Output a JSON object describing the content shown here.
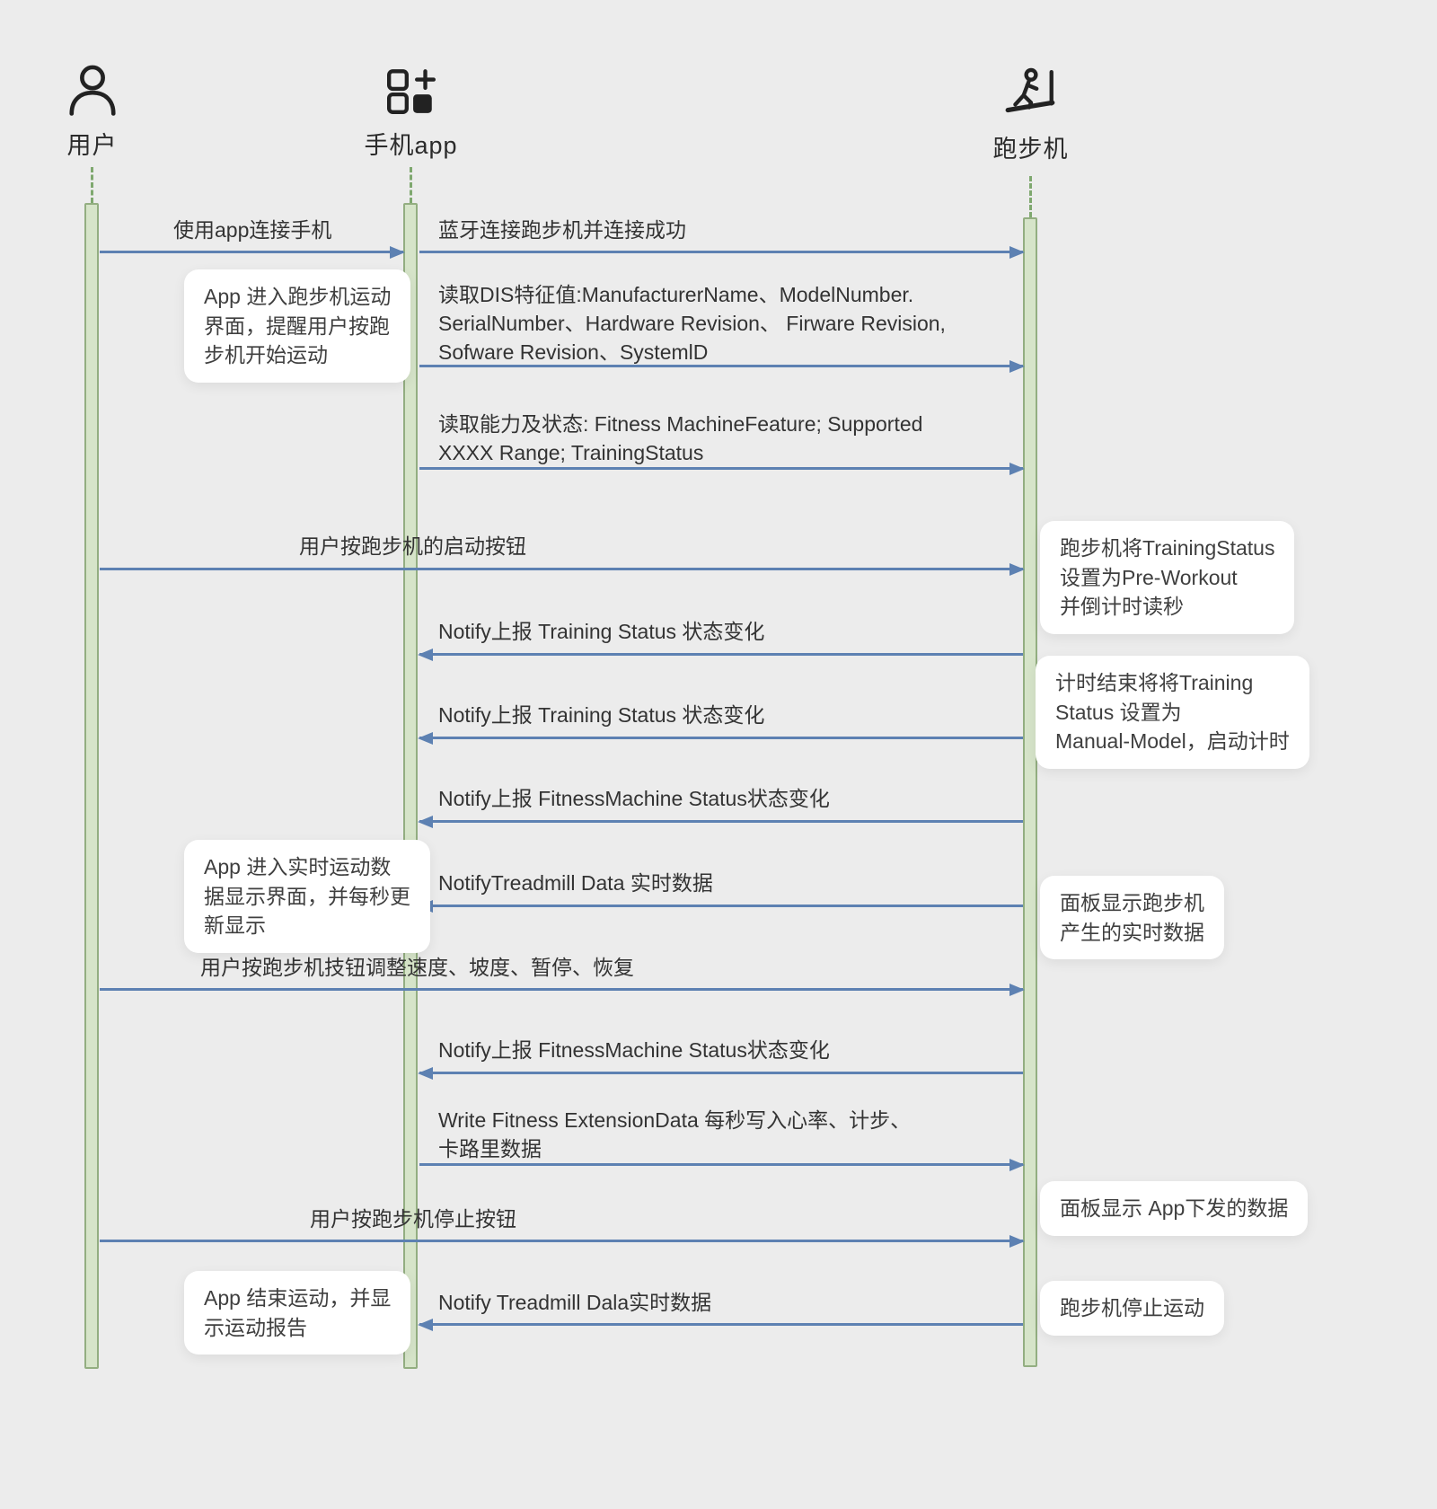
{
  "colors": {
    "background": "#ececec",
    "arrow": "#5d81b2",
    "bar_fill": "#d6e4c9",
    "bar_border": "#93ae81",
    "note_bg": "#ffffff"
  },
  "actors": [
    {
      "label": "用户",
      "icon": "person-icon"
    },
    {
      "label": "手机app",
      "icon": "app-icon"
    },
    {
      "label": "跑步机",
      "icon": "treadmill-icon"
    }
  ],
  "messages": [
    {
      "from": "user",
      "to": "app",
      "label": "使用app连接手机"
    },
    {
      "from": "app",
      "to": "treadmill",
      "label": "蓝牙连接跑步机并连接成功"
    },
    {
      "from": "app",
      "to": "treadmill",
      "label": "读取DIS特征值:ManufacturerName、ModelNumber.\nSerialNumber、Hardware Revision、 Firware Revision,\nSofware Revision、SystemlD"
    },
    {
      "from": "app",
      "to": "treadmill",
      "label": "读取能力及状态: Fitness MachineFeature; Supported\nXXXX Range; TrainingStatus"
    },
    {
      "from": "user",
      "to": "treadmill",
      "label": "用户按跑步机的启动按钮"
    },
    {
      "from": "treadmill",
      "to": "app",
      "label": "Notify上报 Training Status 状态变化"
    },
    {
      "from": "treadmill",
      "to": "app",
      "label": "Notify上报 Training Status 状态变化"
    },
    {
      "from": "treadmill",
      "to": "app",
      "label": "Notify上报 FitnessMachine Status状态变化"
    },
    {
      "from": "treadmill",
      "to": "app",
      "label": "NotifyTreadmill Data 实时数据"
    },
    {
      "from": "user",
      "to": "treadmill",
      "label": "用户按跑步机技钮调整速度、坡度、暂停、恢复"
    },
    {
      "from": "treadmill",
      "to": "app",
      "label": "Notify上报 FitnessMachine Status状态变化"
    },
    {
      "from": "app",
      "to": "treadmill",
      "label": "Write Fitness ExtensionData 每秒写入心率、计步、\n卡路里数据"
    },
    {
      "from": "user",
      "to": "treadmill",
      "label": "用户按跑步机停止按钮"
    },
    {
      "from": "treadmill",
      "to": "app",
      "label": "Notify Treadmill Dala实时数据"
    }
  ],
  "notes": [
    {
      "side": "app",
      "text": "App 进入跑步机运动\n界面，提醒用户按跑\n步机开始运动"
    },
    {
      "side": "treadmill",
      "text": "跑步机将TrainingStatus\n设置为Pre-Workout\n并倒计时读秒"
    },
    {
      "side": "treadmill",
      "text": "计时结束将将Training\nStatus 设置为\nManual-Model，启动计时"
    },
    {
      "side": "app",
      "text": "App 进入实时运动数\n据显示界面，并每秒更\n新显示"
    },
    {
      "side": "treadmill",
      "text": "面板显示跑步机\n产生的实时数据"
    },
    {
      "side": "treadmill",
      "text": "面板显示 App下发的数据"
    },
    {
      "side": "app",
      "text": "App 结束运动，并显\n示运动报告"
    },
    {
      "side": "treadmill",
      "text": "跑步机停止运动"
    }
  ]
}
